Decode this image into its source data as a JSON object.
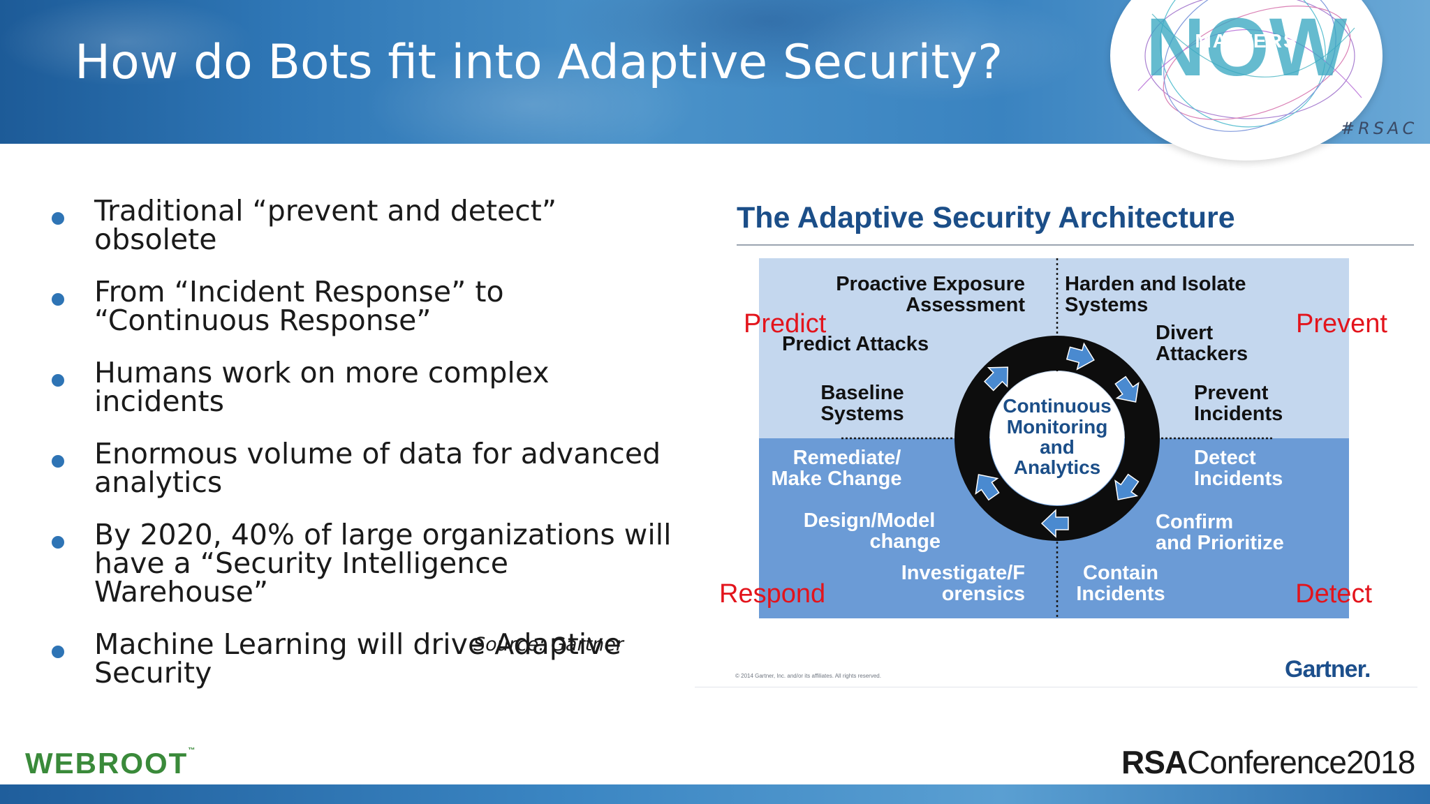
{
  "slide": {
    "title": "How do Bots fit into Adaptive Security?",
    "bullets": [
      "Traditional “prevent and detect” obsolete",
      "From “Incident Response” to “Continuous Response”",
      "Humans work on more complex incidents",
      "Enormous volume of data for advanced analytics",
      "By 2020, 40% of large organizations will have a “Security Intelligence Warehouse”",
      "Machine Learning will drive Adaptive Security"
    ],
    "source": "Source: Gartner"
  },
  "badge": {
    "word": "NOW",
    "overlay": "MATTERS",
    "hashtag": "#RSAC"
  },
  "diagram": {
    "title": "The Adaptive Security Architecture",
    "center_lines": [
      "Continuous",
      "Monitoring",
      "and",
      "Analytics"
    ],
    "phases": {
      "predict": "Predict",
      "prevent": "Prevent",
      "respond": "Respond",
      "detect": "Detect"
    },
    "capabilities": {
      "proactive_exposure": [
        "Proactive Exposure",
        "Assessment"
      ],
      "predict_attacks": [
        "Predict Attacks"
      ],
      "baseline_systems": [
        "Baseline",
        "Systems"
      ],
      "harden_isolate": [
        "Harden and Isolate",
        "Systems"
      ],
      "divert_attackers": [
        "Divert",
        "Attackers"
      ],
      "prevent_incidents": [
        "Prevent",
        "Incidents"
      ],
      "remediate": [
        "Remediate/",
        "Make Change"
      ],
      "design_model": [
        "Design/Model",
        "change"
      ],
      "investigate": [
        "Investigate/F",
        "orensics"
      ],
      "detect_incidents": [
        "Detect",
        "Incidents"
      ],
      "confirm_prioritize": [
        "Confirm",
        "and Prioritize"
      ],
      "contain_incidents": [
        "Contain",
        "Incidents"
      ]
    },
    "copyright": "© 2014 Gartner, Inc. and/or its affiliates. All rights reserved.",
    "publisher": "Gartner",
    "colors": {
      "upper": "#c4d7ee",
      "lower": "#6b9bd6",
      "ring": "#0d0d0d",
      "arrow": "#4a8ad0",
      "phase": "#e3141c",
      "dark_text": "#111111",
      "light_text": "#ffffff",
      "center_text": "#1b4e88"
    }
  },
  "footer": {
    "left_logo": "WEBROOT",
    "right_logo_bold": "RSA",
    "right_logo_rest": "Conference2018"
  },
  "colors": {
    "bullet_dot": "#2e74b5",
    "title_text": "#ffffff",
    "webroot_green": "#3a8a3a"
  }
}
